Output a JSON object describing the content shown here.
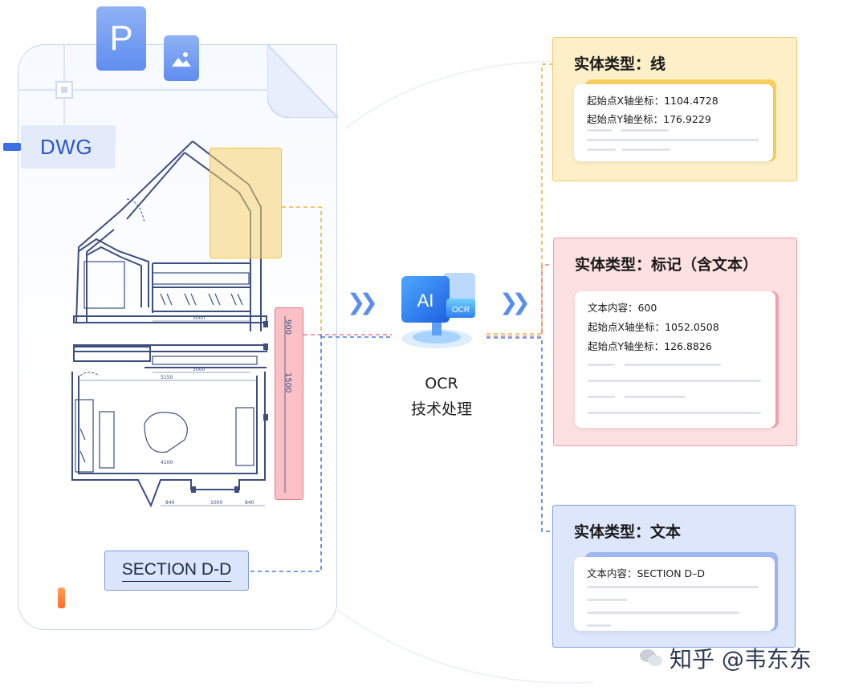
{
  "source_panel": {
    "file_format": "DWG",
    "file_icons": [
      "p-file-icon",
      "image-file-icon"
    ],
    "p_letter": "P",
    "section_label": "SECTION D-D",
    "floorplan_dims": [
      "3000",
      "3000",
      "5150",
      "900",
      "1500",
      "840",
      "1000",
      "840",
      "4100"
    ]
  },
  "ocr": {
    "ai_text": "AI",
    "ocr_badge": "OCR",
    "caption_line1": "OCR",
    "caption_line2": "技术处理"
  },
  "cards": [
    {
      "title": "实体类型：线",
      "lines": [
        "起始点X轴坐标：1104.4728",
        "起始点Y轴坐标：176.9229"
      ]
    },
    {
      "title": "实体类型：标记（含文本）",
      "lines": [
        "文本内容：600",
        "起始点X轴坐标：1052.0508",
        "起始点Y轴坐标：126.8826"
      ]
    },
    {
      "title": "实体类型：文本",
      "lines": [
        "文本内容：SECTION D–D"
      ]
    }
  ],
  "watermark": "知乎 @韦东东",
  "colors": {
    "yellow": "#f0c24a",
    "red": "#e77a86",
    "blue": "#3a6fe6"
  }
}
